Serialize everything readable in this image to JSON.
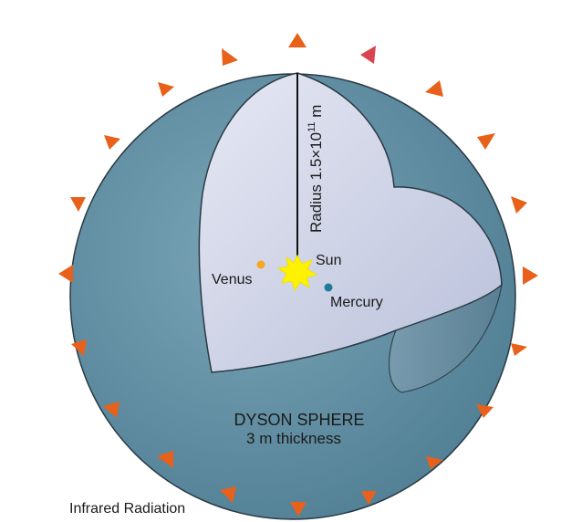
{
  "diagram": {
    "sphere_name": "DYSON SPHERE",
    "sphere_thickness": "3 m thickness",
    "radius_label": "Radius 1.5×10",
    "radius_exponent": "11",
    "radius_unit": " m",
    "radiation_label": "Infrared Radiation",
    "bodies": {
      "sun": "Sun",
      "venus": "Venus",
      "mercury": "Mercury"
    },
    "colors": {
      "shell_outer": "#5f8ea2",
      "shell_dark": "#4a7589",
      "interior": "#c9cfe4",
      "interior_light": "#e2e5f1",
      "sun": "#fff200",
      "venus": "#f6a623",
      "mercury": "#1f7a99",
      "radiation_arrow": "#e8601a",
      "radiation_arrow_highlight": "#d9434f"
    }
  }
}
